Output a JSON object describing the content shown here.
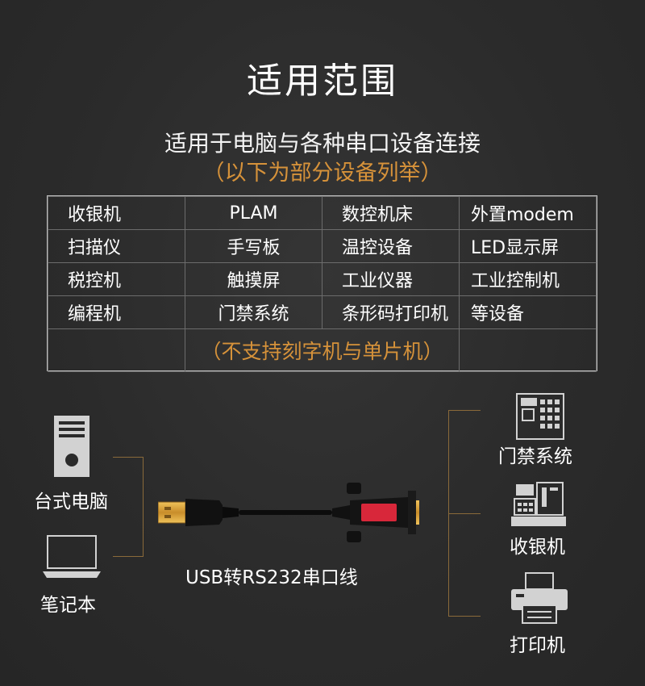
{
  "heading": {
    "title": "适用范围",
    "subtitle": "适用于电脑与各种串口设备连接",
    "note": "（以下为部分设备列举）"
  },
  "devices_table": {
    "rows": [
      [
        "收银机",
        "PLAM",
        "数控机床",
        "外置modem"
      ],
      [
        "扫描仪",
        "手写板",
        "温控设备",
        "LED显示屏"
      ],
      [
        "税控机",
        "触摸屏",
        "工业仪器",
        "工业控制机"
      ],
      [
        "编程机",
        "门禁系统",
        "条形码打印机",
        "等设备"
      ]
    ],
    "footer": "（不支持刻字机与单片机）"
  },
  "diagram": {
    "left_devices": [
      {
        "label": "台式电脑",
        "icon": "desktop-computer-icon"
      },
      {
        "label": "笔记本",
        "icon": "laptop-icon"
      }
    ],
    "cable_label": "USB转RS232串口线",
    "right_devices": [
      {
        "label": "门禁系统",
        "icon": "access-control-keypad-icon"
      },
      {
        "label": "收银机",
        "icon": "cash-register-icon"
      },
      {
        "label": "打印机",
        "icon": "printer-icon"
      }
    ]
  },
  "colors": {
    "background": "#2b2b2b",
    "accent_orange": "#d6923a",
    "connector_red": "#d8273a",
    "usb_gold": "#d8a23c"
  }
}
